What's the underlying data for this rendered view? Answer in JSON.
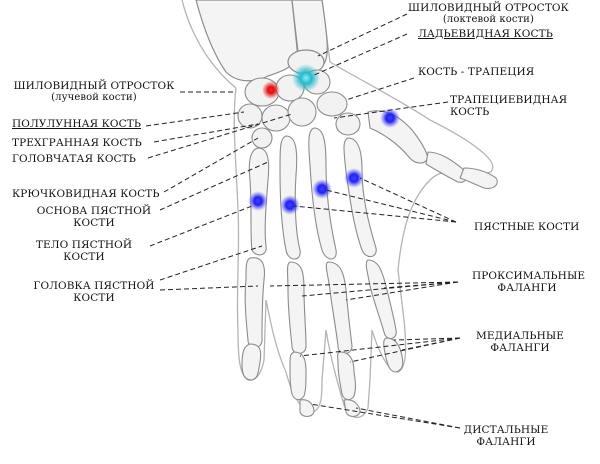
{
  "labels": {
    "ulna_styloid": {
      "l1": "ШИЛОВИДНЫЙ ОТРОСТОК",
      "l2": "(локтевой кости)"
    },
    "scaphoid": "ЛАДЬЕВИДНАЯ КОСТЬ",
    "trapezium": "КОСТЬ - ТРАПЕЦИЯ",
    "trapezoid": {
      "l1": "ТРАПЕЦИЕВИДНАЯ",
      "l2": "КОСТЬ"
    },
    "radius_styloid": {
      "l1": "ШИЛОВИДНЫЙ ОТРОСТОК",
      "l2": "(лучевой кости)"
    },
    "lunate": "ПОЛУЛУННАЯ КОСТЬ",
    "triquetrum": "ТРЕХГРАННАЯ КОСТЬ",
    "capitate": "ГОЛОВЧАТАЯ КОСТЬ",
    "hamate": "КРЮЧКОВИДНАЯ КОСТЬ",
    "metacarpal_base": {
      "l1": "ОСНОВА ПЯСТНОЙ",
      "l2": "КОСТИ"
    },
    "metacarpal_body": {
      "l1": "ТЕЛО ПЯСТНОЙ",
      "l2": "КОСТИ"
    },
    "metacarpal_head": {
      "l1": "ГОЛОВКА ПЯСТНОЙ",
      "l2": "КОСТИ"
    },
    "metacarpals": "ПЯСТНЫЕ КОСТИ",
    "proximal_phalanges": {
      "l1": "ПРОКСИМАЛЬНЫЕ",
      "l2": "ФАЛАНГИ"
    },
    "medial_phalanges": {
      "l1": "МЕДИАЛЬНЫЕ",
      "l2": "ФАЛАНГИ"
    },
    "distal_phalanges": {
      "l1": "ДИСТАЛЬНЫЕ",
      "l2": "ФАЛАНГИ"
    }
  },
  "colors": {
    "bone_fill": "#f4f4f4",
    "bone_stroke": "#8c8c8c",
    "hand_outline": "#b4b4b4",
    "leader_line": "#222222",
    "marker_red": "#e01010",
    "marker_cyan": "#2ab8c8",
    "marker_blue": "#2222ee"
  }
}
